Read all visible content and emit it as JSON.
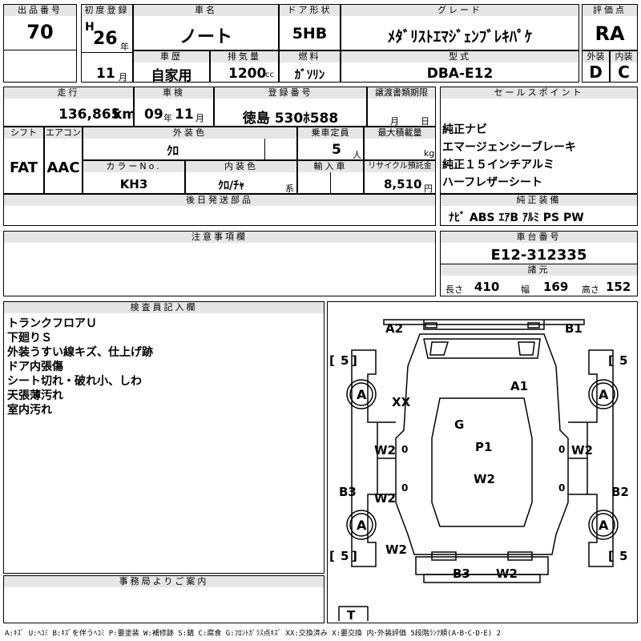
{
  "header": {
    "lot_no_label": "出品番号",
    "lot_no": "70",
    "first_reg_label": "初度登録",
    "era": "H",
    "year": "26",
    "year_unit": "年",
    "month": "11",
    "month_unit": "月",
    "car_name_label": "車名",
    "car_name": "ノート",
    "door_label": "ドア形状",
    "door": "5HB",
    "grade_label": "グレード",
    "grade": "ﾒﾀﾞﾘｽﾄｴﾏｼﾞｪﾝﾌﾞﾚｷﾊﾟｹ",
    "score_label": "評価点",
    "score": "RA",
    "history_label": "車歴",
    "history": "自家用",
    "displacement_label": "排気量",
    "displacement": "1200",
    "displacement_unit": "cc",
    "fuel_label": "燃料",
    "fuel": "ｶﾞｿﾘﾝ",
    "model_label": "型式",
    "model": "DBA-E12",
    "exterior_label": "外装",
    "exterior": "D",
    "interior_label": "内装",
    "interior": "C"
  },
  "row2": {
    "mileage_label": "走行",
    "mileage": "136,865",
    "mileage_unit": "km",
    "inspection_label": "車検",
    "insp_year": "09",
    "insp_year_unit": "年",
    "insp_month": "11",
    "insp_month_unit": "月",
    "regno_label": "登録番号",
    "regno": "徳島 530ﾎ588",
    "transfer_label": "譲渡書類期限",
    "transfer_month_unit": "月",
    "transfer_day_unit": "日",
    "shift_label": "シフト",
    "shift": "FAT",
    "ac_label": "エアコン",
    "ac": "AAC",
    "color_label": "外装色",
    "color": "ｸﾛ",
    "capacity_label": "乗車定員",
    "capacity": "5",
    "capacity_unit": "人",
    "load_label": "最大積載量",
    "load_unit": "kg",
    "colorno_label": "カラーNo.",
    "colorno": "KH3",
    "intcolor_label": "内装色",
    "intcolor": "ｸﾛ/ﾁｬ",
    "intcolor_unit": "系",
    "import_label": "輸入車",
    "recycle_label": "リサイクル預託金",
    "recycle": "8,510",
    "recycle_unit": "円",
    "later_label": "後日発送部品"
  },
  "sales": {
    "title": "セールスポイント",
    "items": [
      "純正ナビ",
      "エマージェンシーブレーキ",
      "純正１５インチアルミ",
      "ハーフレザーシート"
    ],
    "genuine_title": "純正装備",
    "genuine": "ﾅﾋﾞ ABS ｴｱB ｱﾙﾐ PS PW"
  },
  "notes_title": "注意事項欄",
  "chassis": {
    "title": "車台番号",
    "number": "E12-312335",
    "dims_title": "諸元",
    "length_label": "長さ",
    "length": "410",
    "width_label": "幅",
    "width": "169",
    "height_label": "高さ",
    "height": "152"
  },
  "inspector": {
    "title": "検査員記入欄",
    "lines": [
      "トランクフロアＵ",
      "下廻りＳ",
      "外装うすい線キズ、仕上げ跡",
      "ドア内張傷",
      "シート切れ・破れ小、しわ",
      "天張薄汚れ",
      "室内汚れ"
    ]
  },
  "office_title": "事務局よりご案内",
  "diagram": {
    "A2": "A2",
    "B1": "B1",
    "A1": "A1",
    "XX": "XX",
    "G": "G",
    "P1": "P1",
    "W2_fl": "W2",
    "W2_fr": "W2",
    "W2_c": "W2",
    "W2_rl": "W2",
    "W2_bl": "W2",
    "B3_left": "B3",
    "B2_right": "B2",
    "B3_bot": "B3",
    "W2_bot": "W2",
    "tire_fl": "A",
    "tire_fr": "A",
    "tire_rl": "A",
    "tire_rr": "A",
    "tread_fl": "5",
    "tread_fr": "5",
    "tread_rl": "5",
    "tread_rr": "5",
    "spare": "T",
    "zero_l1": "0",
    "zero_r1": "0",
    "zero_l2": "0",
    "zero_r2": "0"
  },
  "legend": "A:ｷｽﾞ U:ﾍｺﾐ B:ｷｽﾞを伴うﾍｺﾐ P:要塗装 W:補修跡 S:錆 C:腐食 G:ﾌﾛﾝﾄｶﾞﾗｽ点ｷｽﾞ XX:交換済み X:要交換 内･外装評価 5段階ﾗﾝｸ順(A･B･C･D･E) 2"
}
